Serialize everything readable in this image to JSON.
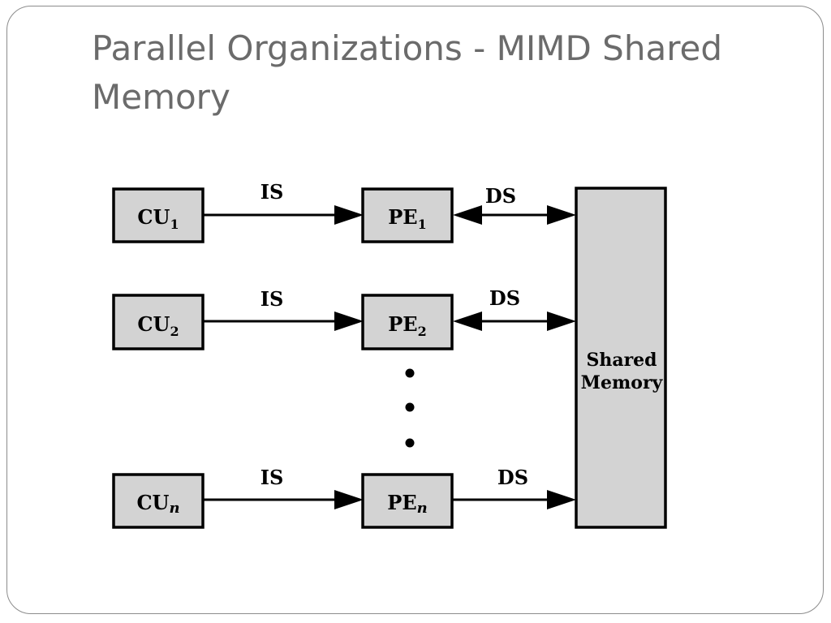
{
  "slide": {
    "title": "Parallel Organizations - MIMD Shared Memory"
  },
  "diagram": {
    "rows": [
      {
        "cu": "CU",
        "cu_sub": "1",
        "pe": "PE",
        "pe_sub": "1",
        "is_label": "IS",
        "ds_label": "DS",
        "ds_bidirectional": true
      },
      {
        "cu": "CU",
        "cu_sub": "2",
        "pe": "PE",
        "pe_sub": "2",
        "is_label": "IS",
        "ds_label": "DS",
        "ds_bidirectional": true
      },
      {
        "cu": "CU",
        "cu_sub": "n",
        "pe": "PE",
        "pe_sub": "n",
        "is_label": "IS",
        "ds_label": "DS",
        "ds_bidirectional": false
      }
    ],
    "memory": {
      "line1": "Shared",
      "line2": "Memory"
    }
  }
}
